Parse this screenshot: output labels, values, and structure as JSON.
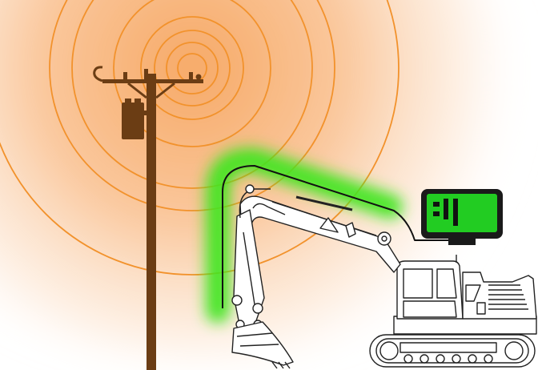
{
  "diagram": {
    "components": [
      {
        "id": "power-pole",
        "icon": "utility-pole-icon"
      },
      {
        "id": "transformer",
        "icon": "transformer-icon"
      },
      {
        "id": "field-rings",
        "icon": "electromagnetic-field-icon"
      },
      {
        "id": "proximity-sensor",
        "icon": "boom-sensor-cable-icon"
      },
      {
        "id": "excavator",
        "icon": "excavator-icon"
      },
      {
        "id": "cab-monitor",
        "icon": "proximity-alert-display-icon"
      }
    ],
    "field_glow_color": "#f6a35c",
    "sensor_glow_color": "#3ee61e",
    "ring_color": "#f2922c",
    "pole_color": "#6b3d14",
    "monitor_screen_color": "#22cc22",
    "monitor_bezel_color": "#1a1a1a",
    "monitor_glyph": "signal-strength-bars-icon"
  }
}
